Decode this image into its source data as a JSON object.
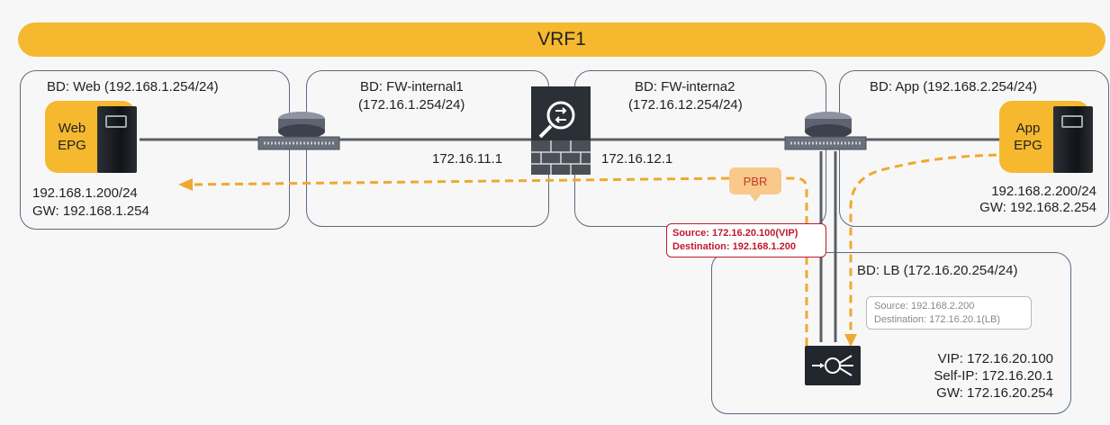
{
  "vrf": {
    "label": "VRF1"
  },
  "bd": {
    "web": "BD: Web (192.168.1.254/24)",
    "fw1_line1": "BD: FW-internal1",
    "fw1_line2": "(172.16.1.254/24)",
    "fw2_line1": "BD: FW-interna2",
    "fw2_line2": "(172.16.12.254/24)",
    "app": "BD: App (192.168.2.254/24)",
    "lb": "BD: LB (172.16.20.254/24)"
  },
  "epg": {
    "web_line1": "Web",
    "web_line2": "EPG",
    "app_line1": "App",
    "app_line2": "EPG"
  },
  "web_host": {
    "ip": "192.168.1.200/24",
    "gw": "GW: 192.168.1.254"
  },
  "app_host": {
    "ip": "192.168.2.200/24",
    "gw": "GW: 192.168.2.254"
  },
  "firewall": {
    "left_ip": "172.16.11.1",
    "right_ip": "172.16.12.1"
  },
  "pbr": {
    "label": "PBR"
  },
  "pbr_packet": {
    "source": "Source: 172.16.20.100(VIP)",
    "destination": "Destination: 192.168.1.200"
  },
  "lb_packet": {
    "source": "Source: 192.168.2.200",
    "destination": "Destination: 172.16.20.1(LB)"
  },
  "lb": {
    "vip": "VIP: 172.16.20.100",
    "self_ip": "Self-IP: 172.16.20.1",
    "gw": "GW: 172.16.20.254"
  },
  "colors": {
    "accent": "#f5b82e",
    "flow": "#f0a830",
    "alert": "#c2182b",
    "frame": "#5a6a80"
  },
  "icons": [
    "server-icon",
    "switch-icon",
    "firewall-icon",
    "load-balancer-icon"
  ]
}
